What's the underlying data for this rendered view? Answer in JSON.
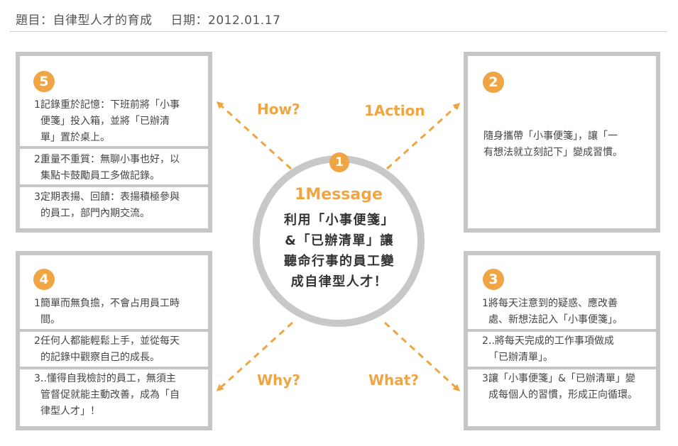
{
  "header": {
    "topic_label": "題目：自律型人才的育成",
    "date_label": "日期：2012.01.17"
  },
  "center": {
    "badge": "1",
    "title": "1Message",
    "lines": [
      "利用「小事便箋」",
      "&「已辦清單」讓",
      "聽命行事的員工變",
      "成自律型人才！"
    ]
  },
  "arrow_labels": {
    "how": "How?",
    "action": "1Action",
    "why": "Why?",
    "what": "What?"
  },
  "box5": {
    "badge": "5",
    "items": [
      {
        "num": "1.",
        "lines": [
          "記錄重於記憶：下班前將「小事",
          "便箋」投入箱，並將「已辦清",
          "單」置於桌上。"
        ]
      },
      {
        "num": "2.",
        "lines": [
          "重量不重質：無聊小事也好，以",
          "集點卡鼓勵員工多做記錄。"
        ]
      },
      {
        "num": "3.",
        "lines": [
          "定期表揚、回饋：表揚積極參與",
          "的員工，部門內期交流。"
        ]
      }
    ]
  },
  "box2": {
    "badge": "2",
    "lines": [
      "隨身攜帶「小事便箋」，讓「一",
      "有想法就立刻記下」變成習慣。"
    ]
  },
  "box4": {
    "badge": "4",
    "items": [
      {
        "num": "1.",
        "lines": [
          "簡單而無負擔，不會占用員工時",
          "間。"
        ]
      },
      {
        "num": "2.",
        "lines": [
          "任何人都能輕鬆上手，並從每天",
          "的記錄中觀察自己的成長。"
        ]
      },
      {
        "num": "3.",
        "lines": [
          "..懂得自我檢討的員工，無須主",
          "管督促就能主動改善，成為「自",
          "律型人才」！"
        ]
      }
    ]
  },
  "box3": {
    "badge": "3",
    "items": [
      {
        "num": "1.",
        "lines": [
          "將每天注意到的疑惑、應改善",
          "處、新想法記入「小事便箋」。"
        ]
      },
      {
        "num": "2.",
        "lines": [
          "..將每天完成的工作事項做成",
          "「已辦清單」。"
        ]
      },
      {
        "num": "3.",
        "lines": [
          "讓「小事便箋」&「已辦清單」變",
          "成每個人的習慣，形成正向循環。"
        ]
      }
    ]
  },
  "colors": {
    "accent": "#efa544",
    "border": "#c6c6c6",
    "text": "#444444"
  }
}
